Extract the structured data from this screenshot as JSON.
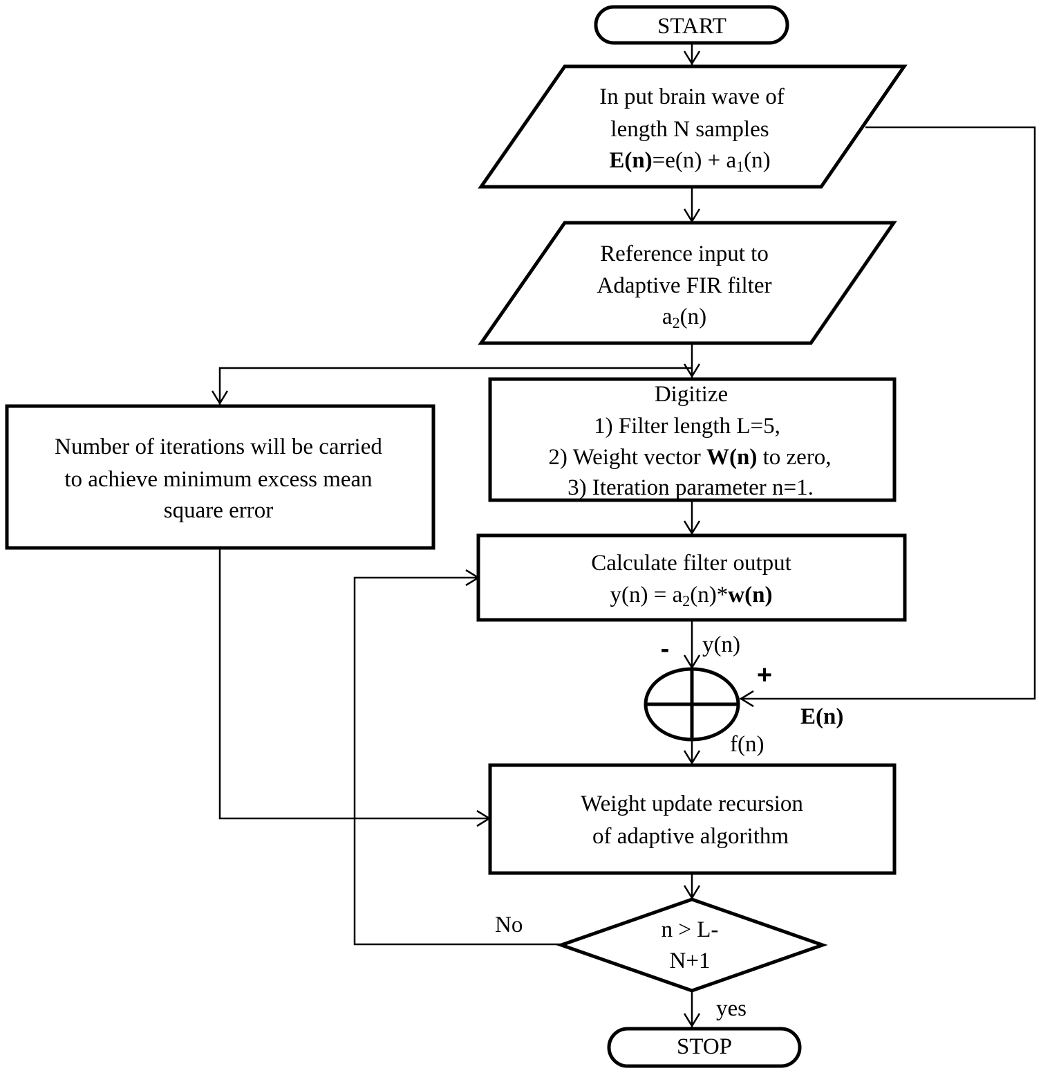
{
  "start": {
    "label": "START"
  },
  "stop": {
    "label": "STOP"
  },
  "input_wave": {
    "line1": "In put  brain  wave  of",
    "line2": "length  N samples",
    "eq_lhs": "E(n)",
    "eq_mid": "=e(n)  + a",
    "eq_sub": "1",
    "eq_end": "(n)"
  },
  "reference_input": {
    "line1": "Reference  input  to",
    "line2": "Adaptive  FIR  filter",
    "var": "a",
    "var_sub": "2",
    "var_end": "(n)"
  },
  "digitize": {
    "title": "Digitize",
    "line1": "1) Filter  length  L=5,",
    "line2_pre": "2) Weight  vector ",
    "line2_bold": "W(n)",
    "line2_post": " to zero,",
    "line3": "3) Iteration  parameter  n=1."
  },
  "iterations": {
    "line1": "Number  of  iterations   will  be carried",
    "line2": "to achieve  minimum  excess mean",
    "line3": "square  error"
  },
  "calculate": {
    "line1": "Calculate  filter  output",
    "eq_pre": "y(n)  = a",
    "eq_sub": "2",
    "eq_mid": "(n)*",
    "eq_bold": "w(n)"
  },
  "summing": {
    "minus_sign": "-",
    "plus_sign": "+",
    "label_y": "y(n)",
    "label_E": "E(n)",
    "label_f": "f(n)"
  },
  "weight_update": {
    "line1": "Weight  update  recursion",
    "line2": "of adaptive  algorithm"
  },
  "decision": {
    "line1": "n > L-",
    "line2": "N+1",
    "no_label": "No",
    "yes_label": "yes"
  }
}
